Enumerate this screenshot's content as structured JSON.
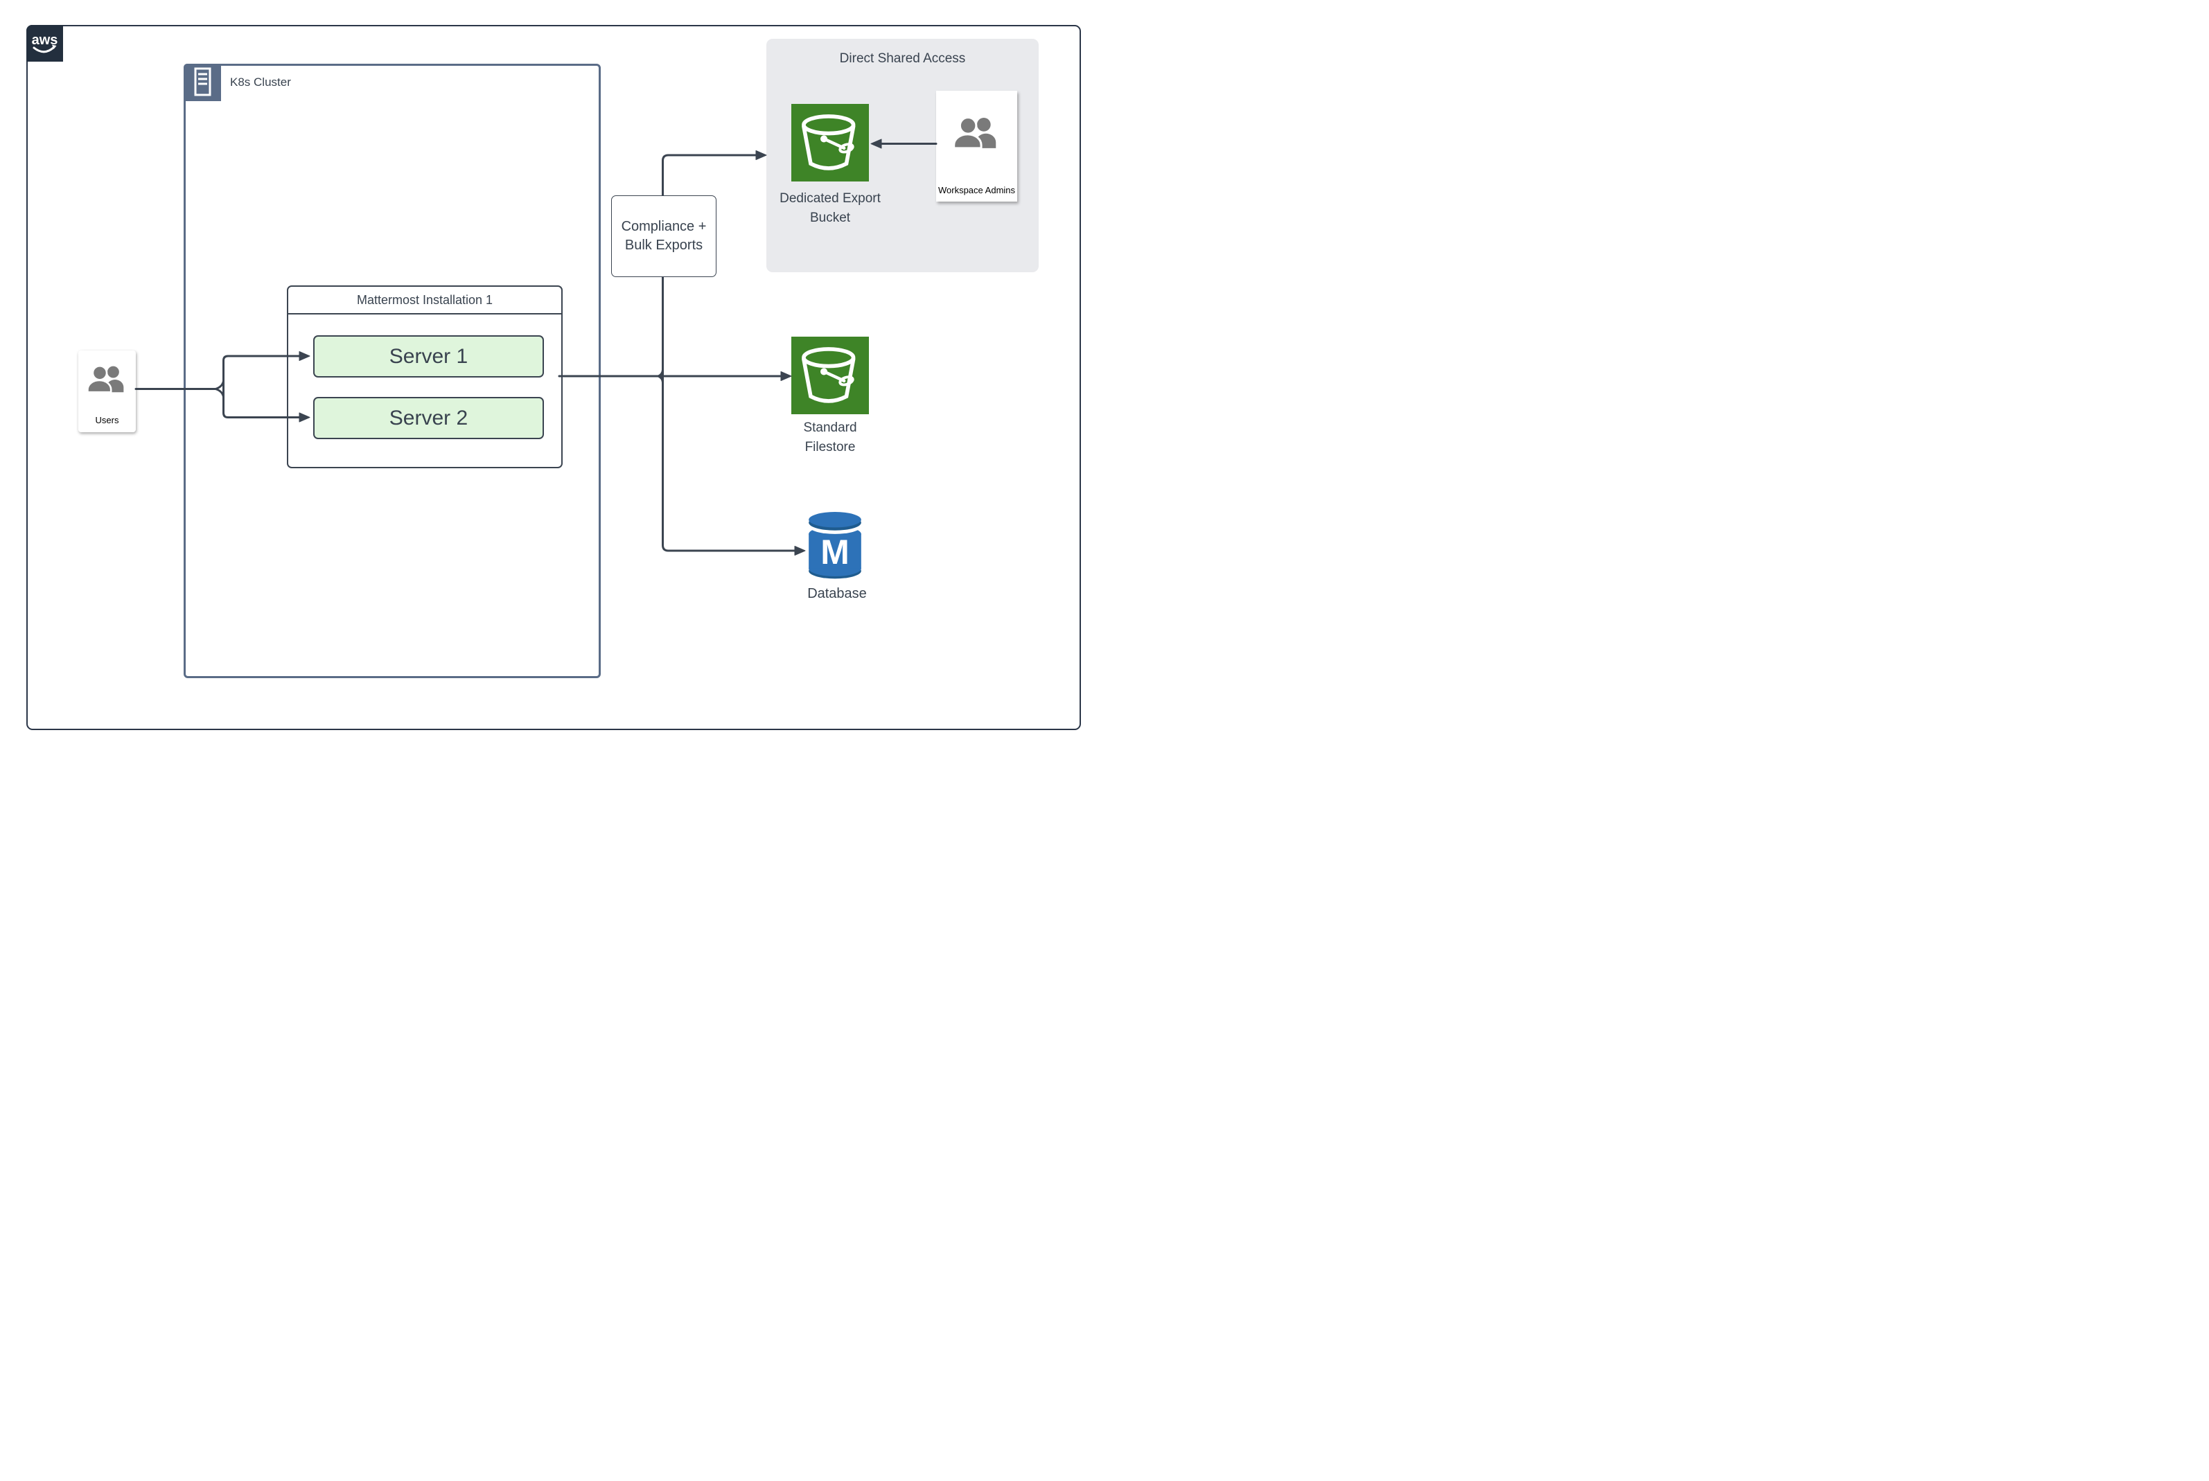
{
  "diagram": {
    "aws_logo_text": "aws",
    "k8s_cluster": {
      "label": "K8s Cluster"
    },
    "users": {
      "label": "Users"
    },
    "mattermost": {
      "title": "Mattermost Installation 1",
      "servers": [
        "Server 1",
        "Server 2"
      ]
    },
    "compliance": {
      "label": "Compliance +\nBulk Exports"
    },
    "direct_shared_access": {
      "title": "Direct Shared Access",
      "dedicated_bucket": {
        "label": "Dedicated Export\nBucket"
      },
      "workspace_admins": {
        "label": "Workspace Admins"
      }
    },
    "standard_filestore": {
      "label": "Standard\nFilestore"
    },
    "database": {
      "label": "Database"
    },
    "colors": {
      "line": "#3B4450",
      "outer_border": "#2B3648",
      "k8s_border": "#5A6C87",
      "aws_badge_bg": "#232F3E",
      "server_fill": "#DFF5DC",
      "bucket_green": "#3E8427",
      "database_blue": "#2D72B8",
      "database_dark_blue": "#1F5C8F",
      "panel_gray": "#E9EAED",
      "people_gray": "#7A7A7A",
      "text": "#39434F"
    }
  }
}
